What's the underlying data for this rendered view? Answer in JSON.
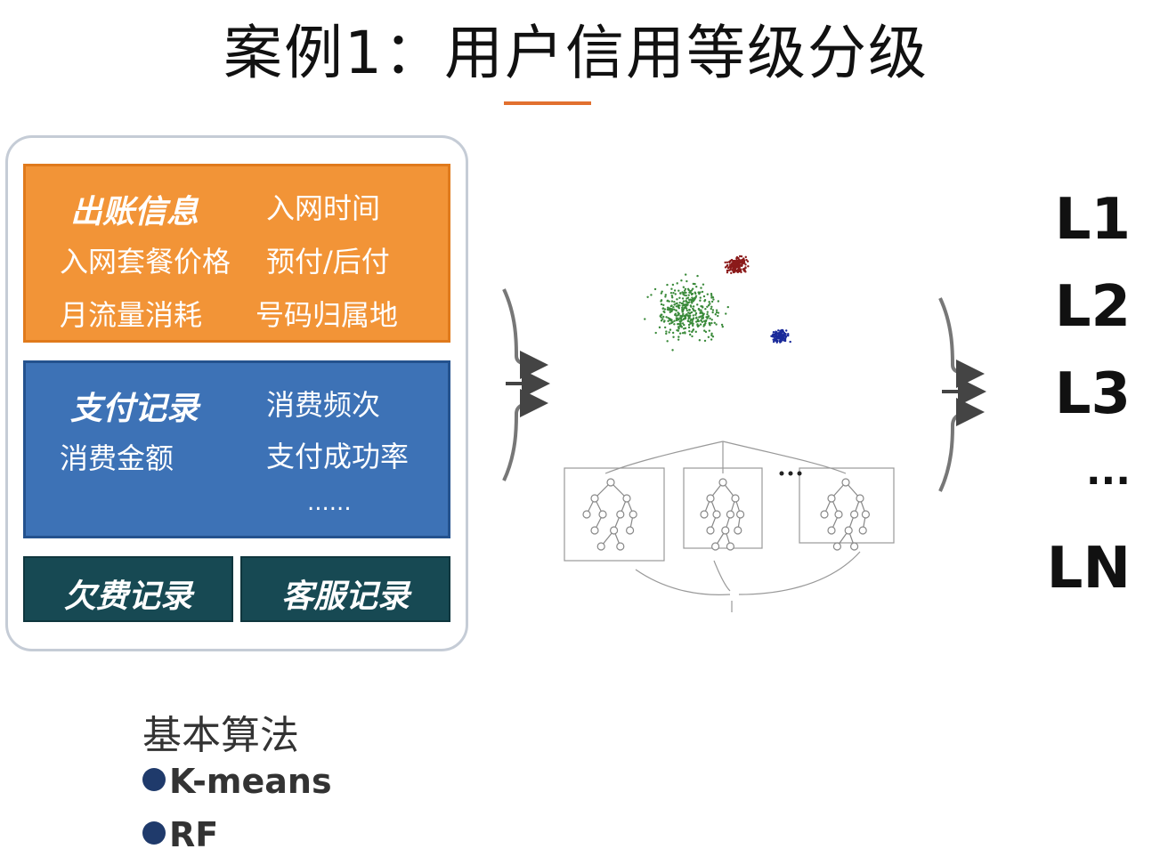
{
  "title": "案例1：用户信用等级分级",
  "features": {
    "billing": {
      "header": "出账信息",
      "items": [
        "入网时间",
        "入网套餐价格",
        "预付/后付",
        "月流量消耗",
        "号码归属地"
      ]
    },
    "payment": {
      "header": "支付记录",
      "items": [
        "消费频次",
        "消费金额",
        "支付成功率",
        "......"
      ]
    },
    "arrears": "欠费记录",
    "service": "客服记录"
  },
  "levels": [
    "L1",
    "L2",
    "L3",
    "...",
    "LN"
  ],
  "algorithms": {
    "title": "基本算法",
    "items": [
      "K-means",
      "RF"
    ]
  },
  "colors": {
    "billing": "#f29437",
    "payment": "#3d72b6",
    "records": "#174953",
    "accent": "#e2702f"
  }
}
